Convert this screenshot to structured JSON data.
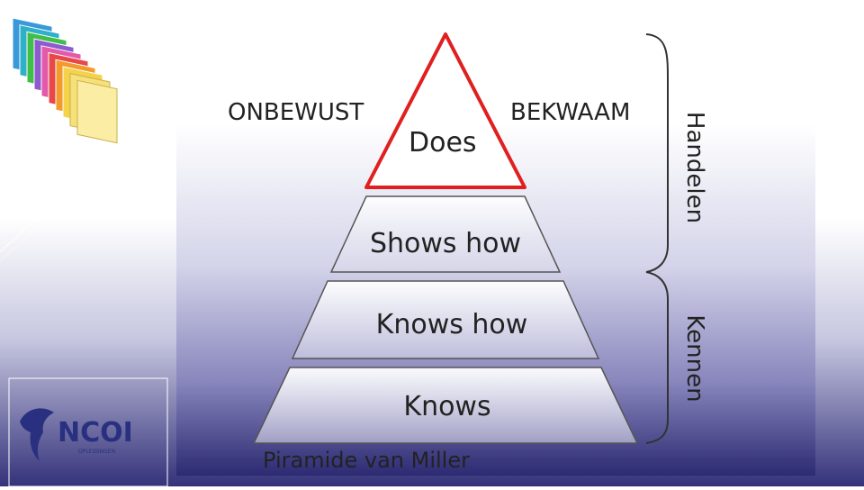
{
  "diagram": {
    "left_label": "ONBEWUST",
    "right_label": "BEKWAAM",
    "levels": [
      "Does",
      "Shows how",
      "Knows how",
      "Knows"
    ],
    "brace_labels": [
      "Handelen",
      "Kennen"
    ],
    "caption": "Piramide van Miller"
  },
  "logo": {
    "text": "NCOI",
    "subtext": "OPLEIDINGEN"
  },
  "colors": {
    "apex_outline": "#e02020",
    "gradient_top": "#ffffff",
    "gradient_bottom": "#2c2a72"
  }
}
